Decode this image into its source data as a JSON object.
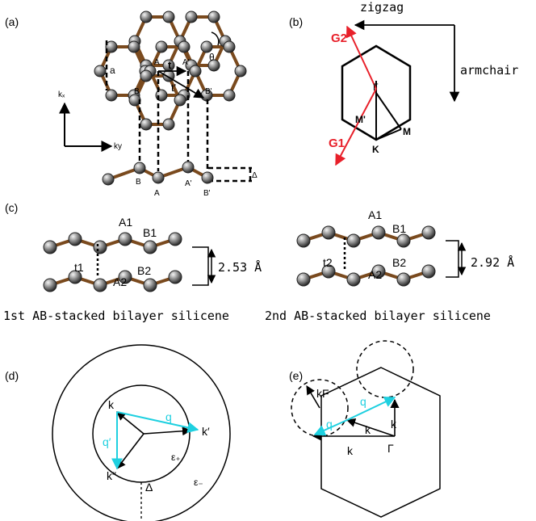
{
  "panels": {
    "a": {
      "tag": "(a)",
      "lattice_const": "a",
      "hop_t": "t",
      "hop_t_prime": "t'",
      "angle": "θ",
      "site_A": "A",
      "site_B": "B",
      "site_A_prime": "A'",
      "site_B_prime": "B'",
      "kx": "kₓ",
      "ky": "ky",
      "buckle": "Δ"
    },
    "b": {
      "tag": "(b)",
      "zigzag": "zigzag",
      "armchair": "armchair",
      "G1": "G1",
      "G2": "G2",
      "gamma": "Γ",
      "M": "M",
      "M_prime": "M'",
      "K": "K",
      "vector_color": "#e8202a"
    },
    "c": {
      "tag": "(c)",
      "left": {
        "A1": "A1",
        "B1": "B1",
        "A2": "A2",
        "B2": "B2",
        "hop": "t1",
        "distance": "2.53 Å",
        "caption": "1st AB-stacked bilayer silicene"
      },
      "right": {
        "A1": "A1",
        "B1": "B1",
        "A2": "A2",
        "B2": "B2",
        "hop": "t2",
        "distance": "2.92 Å",
        "caption": "2nd AB-stacked bilayer silicene"
      }
    },
    "d": {
      "tag": "(d)",
      "k": "k",
      "k_prime": "k′",
      "k_second": "k″",
      "q": "q",
      "q_prime": "q′",
      "eps_plus": "ε₊",
      "eps_minus": "ε₋",
      "gap": "Δ",
      "q_color": "#1ed0e0"
    },
    "e": {
      "tag": "(e)",
      "kF": "kF",
      "q_top": "q",
      "q_mid": "q",
      "k_mid": "k",
      "k_low": "k",
      "k_right": "k",
      "gamma": "Γ"
    }
  }
}
